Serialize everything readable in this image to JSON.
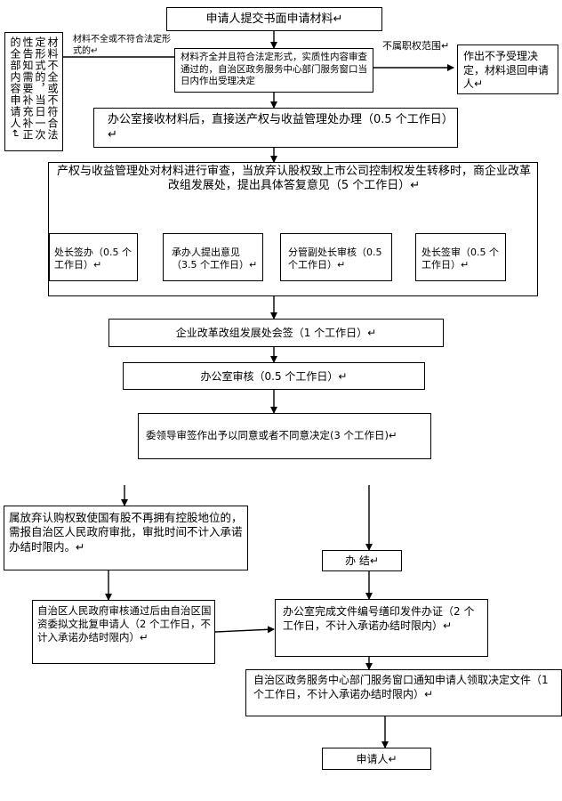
{
  "steps": {
    "s1": "申请人提交书面申请材料↵",
    "s2": "材料齐全并且符合法定形式，实质性内容审查通过的，自治区政务服务中心部门服务窗口当日内作出受理决定",
    "s3": "办公室接收材料后，直接送产权与收益管理处办理（0.5 个工作日）↵",
    "s4": "产权与收益管理处对材料进行审查，当放弃认股权致上市公司控制权发生转移时，商企业改革改组发展处，提出具体答复意见（5 个工作日）↵",
    "s4a": "处长签办（0.5 个工作日）↵",
    "s4b": "承办人提出意见（3.5 个工作日）↵",
    "s4c": "分管副处长审核（0.5 个工作日）↵",
    "s4d": "处长签审（0.5 个工作日）↵",
    "s5": "企业改革改组发展处会签（1 个工作日）↵",
    "s6": "办公室审核（0.5 个工作日）↵",
    "s7": "委领导审签作出予以同意或者不同意决定(3 个工作日)↵",
    "s8": "属放弃认购权致使国有股不再拥有控股地位的，需报自治区人民政府审批，审批时间不计入承诺办结时限内。↵",
    "s9": "办 结↵",
    "s10": "自治区人民政府审核通过后由自治区国资委拟文批复申请人（2 个工作日，不计入承诺办结时限内）↵",
    "s11": "办公室完成文件编号缮印发件办证（2 个工作日，不计入承诺办结时限内）↵",
    "s12": "自治区政务服务中心部门服务窗口通知申请人领取决定文件（1 个工作日，不计入承诺办结时限内）↵",
    "s13": "申请人↵"
  },
  "side": {
    "left_label": "材料不全或不符合法定形式的↵",
    "left_box": "材料不全或不符合法定形式的，当日一次性告知需要补充补正的全部内容申请人↵",
    "right_label": "不属职权范围↵",
    "right_box": "作出不予受理决定，材料退回申请人↵"
  }
}
